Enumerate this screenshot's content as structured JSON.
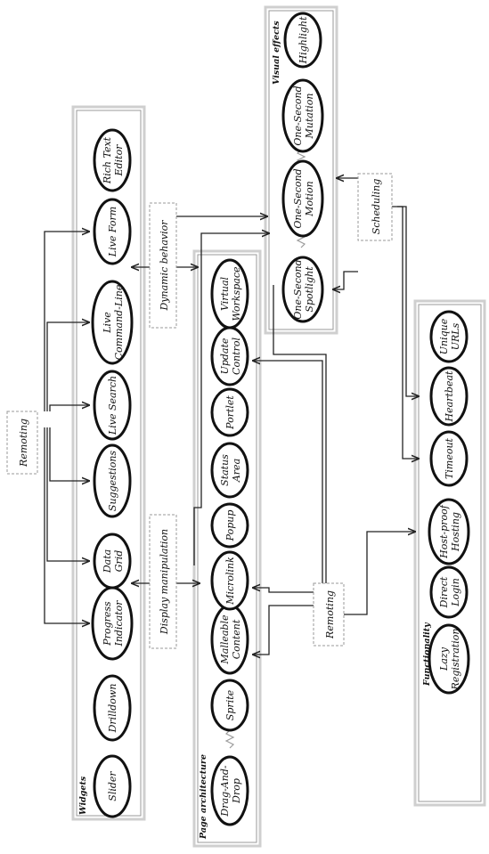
{
  "panels": {
    "widgets": {
      "title": "Widgets",
      "nodes": [
        "Slider",
        "Drilldown",
        "Progress Indicator",
        "Data Grid",
        "Suggestions",
        "Live Search",
        "Live Command-Line",
        "Live Form",
        "Rich Text Editor"
      ]
    },
    "page_architecture": {
      "title": "Page architecture",
      "nodes": [
        "Drag-And-Drop",
        "Sprite",
        "Malleable Content",
        "Microlink",
        "Popup",
        "Status Area",
        "Portlet",
        "Update Control",
        "Virtual Workspace"
      ]
    },
    "visual_effects": {
      "title": "Visual effects",
      "nodes": [
        "One-Second Spotlight",
        "One-Second Motion",
        "One-Second Mutation",
        "Highlight"
      ]
    },
    "functionality": {
      "title": "Functionality",
      "nodes": [
        "Lazy Registration",
        "Direct Login",
        "Host-proof Hosting",
        "Timeout",
        "Heartbeat",
        "Unique URLs"
      ]
    }
  },
  "categories": {
    "remoting_left": "Remoting",
    "display_manipulation": "Display manipulation",
    "dynamic_behavior": "Dynamic behavior",
    "remoting_center": "Remoting",
    "scheduling": "Scheduling"
  }
}
